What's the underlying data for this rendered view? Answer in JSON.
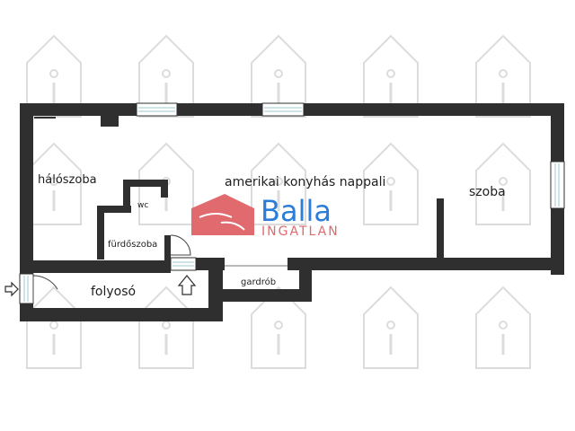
{
  "rooms": {
    "bedroom": "hálószoba",
    "living": "amerikai konyhás nappali",
    "room": "szoba",
    "wc": "wc",
    "bathroom": "fürdőszoba",
    "hallway": "folyosó",
    "wardrobe": "gardrób"
  },
  "logo": {
    "brand": "Balla",
    "sub": "INGATLAN",
    "colors": {
      "roof": "#e06a6d",
      "brand": "#2a7dd8",
      "sub": "#e06a6d"
    }
  },
  "colors": {
    "wall": "#2f2f2f",
    "window": "#9ec4d2",
    "watermark": "#dcdcdc"
  }
}
